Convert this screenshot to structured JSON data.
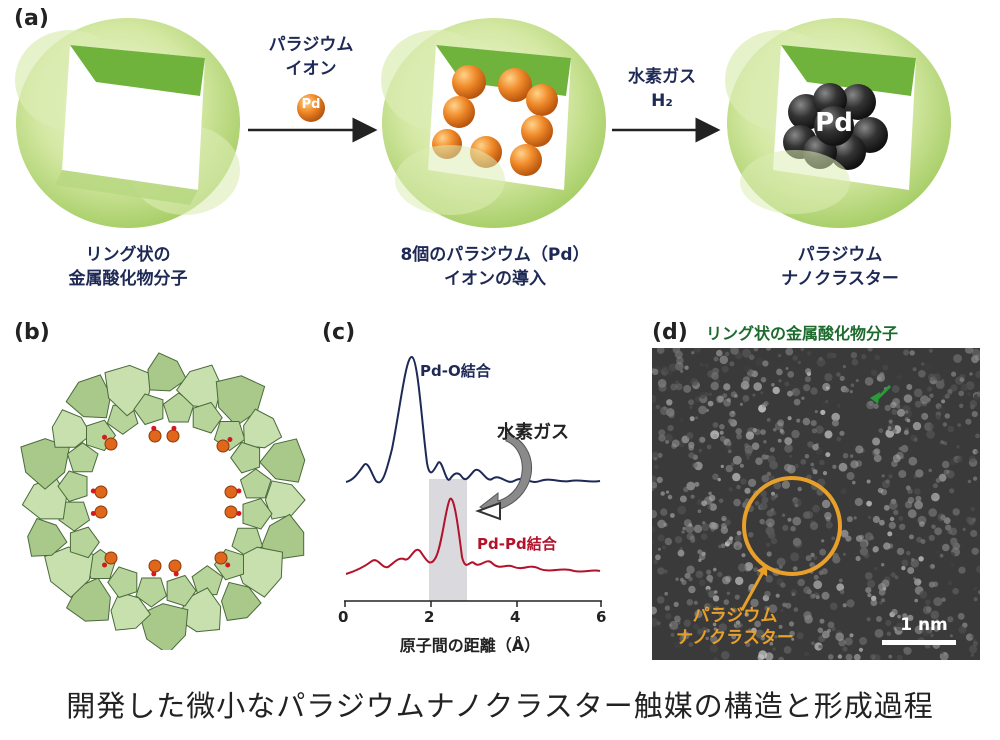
{
  "panels": {
    "a": "(a)",
    "b": "(b)",
    "c": "(c)",
    "d": "(d)"
  },
  "panel_a": {
    "step1_caption_line1": "リング状の",
    "step1_caption_line2": "金属酸化物分子",
    "arrow1_line1": "パラジウム",
    "arrow1_line2": "イオン",
    "pd_badge": "Pd",
    "step2_caption_line1": "8個のパラジウム（Pd）",
    "step2_caption_line2": "イオンの導入",
    "arrow2_line1": "水素ガス",
    "arrow2_line2": "H₂",
    "cluster_label": "Pd",
    "step3_caption_line1": "パラジウム",
    "step3_caption_line2": "ナノクラスター"
  },
  "panel_c": {
    "label_top": "Pd-O結合",
    "label_bottom": "Pd-Pd結合",
    "arrow_label": "水素ガス",
    "xlabel": "原子間の距離（Å）",
    "xticks": [
      "0",
      "2",
      "4",
      "6"
    ]
  },
  "panel_d": {
    "label_ring": "リング状の金属酸化物分子",
    "label_cluster_line1": "パラジウム",
    "label_cluster_line2": "ナノクラスター",
    "scale": "1 nm"
  },
  "title": "開発した微小なパラジウムナノクラスター触媒の構造と形成過程",
  "colors": {
    "navy": "#1e2a55",
    "darkred": "#b3122b",
    "orange": "#e8a02a",
    "green_label": "#1e6b2e",
    "ring_green": "#c5e08a"
  }
}
